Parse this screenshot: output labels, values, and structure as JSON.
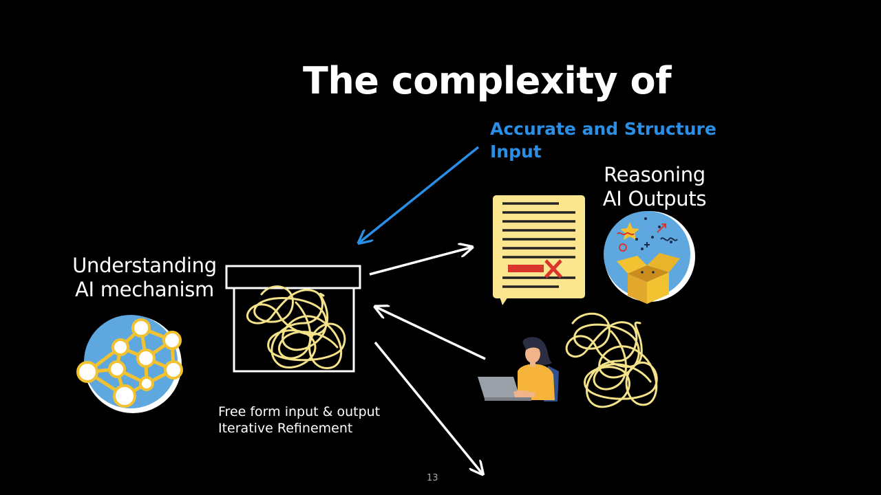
{
  "slide": {
    "title": "The complexity of",
    "accurate_input": {
      "line1": "Accurate and Structure",
      "line2": "Input"
    },
    "reasoning_outputs": {
      "line1": "Reasoning",
      "line2": "AI Outputs"
    },
    "understanding": {
      "line1": "Understanding",
      "line2": "AI mechanism"
    },
    "caption": {
      "line1": "Free form input & output",
      "line2": "Iterative Refinement"
    },
    "page_number": "13"
  },
  "icons": [
    "neural-network-icon",
    "tangled-box-icon",
    "document-error-icon",
    "surprise-box-icon",
    "person-laptop-icon",
    "tangled-string-icon"
  ],
  "colors": {
    "background": "#000000",
    "accent_blue": "#2a8fe6",
    "string_yellow": "#f5e38a",
    "circle_blue": "#5ea8df",
    "node_yellow": "#f2c230",
    "doc_yellow": "#fbe58f",
    "error_red": "#d9362b"
  }
}
